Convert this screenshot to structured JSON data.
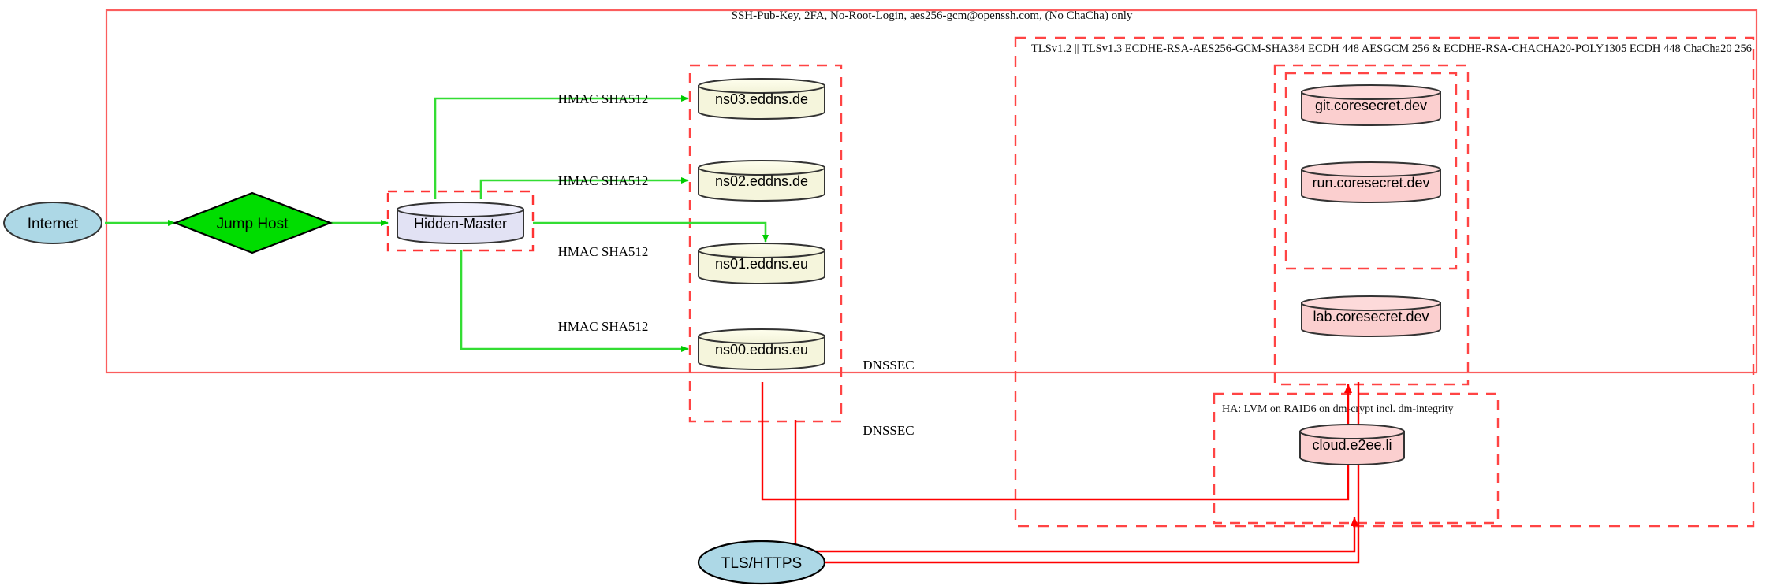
{
  "diagram": {
    "title_labels": {
      "outer_box": "SSH-Pub-Key, 2FA, No-Root-Login, aes256-gcm@openssh.com, (No ChaCha) only",
      "tls_box": "TLSv1.2 || TLSv1.3 ECDHE-RSA-AES256-GCM-SHA384 ECDH 448 AESGCM 256 & ECDHE-RSA-CHACHA20-POLY1305 ECDH 448 ChaCha20 256",
      "ha_box": "HA: LVM on RAID6 on dm-crypt incl. dm-integrity"
    },
    "nodes": {
      "internet": "Internet",
      "jump_host": "Jump Host",
      "hidden_master": "Hidden-Master",
      "ns03": "ns03.eddns.de",
      "ns02": "ns02.eddns.de",
      "ns01": "ns01.eddns.eu",
      "ns00": "ns00.eddns.eu",
      "git": "git.coresecret.dev",
      "run": "run.coresecret.dev",
      "lab": "lab.coresecret.dev",
      "cloud": "cloud.e2ee.li",
      "tls_https": "TLS/HTTPS"
    },
    "edge_labels": {
      "hmac_ns03": "HMAC SHA512",
      "hmac_ns02": "HMAC SHA512",
      "hmac_ns01": "HMAC SHA512",
      "hmac_ns00": "HMAC SHA512",
      "dnssec_upper": "DNSSEC",
      "dnssec_lower": "DNSSEC"
    },
    "colors": {
      "green_edge": "#33dd33",
      "red_edge": "#ff0000",
      "red_box": "#ff5555",
      "node_blue": "#add8e6",
      "node_green": "#00dd00",
      "node_lavender": "#e0e0f0",
      "node_yellow": "#f5f5dc",
      "node_pink": "#fbcfcf",
      "stroke_dark": "#333333"
    }
  }
}
